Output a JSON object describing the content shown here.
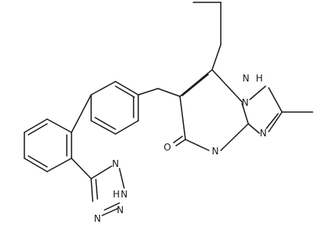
{
  "atom_labels": {
    "nh_triazole": "N",
    "nh_triazole_h": "H",
    "n_bridge": "N",
    "n_pyrimidine": "N",
    "n_triazole": "N",
    "o_carbonyl": "O",
    "n_tetrazole_1": "N",
    "nh_tetrazole": "N",
    "nh_tetrazole_h": "H",
    "n_tetrazole_3": "N",
    "n_tetrazole_4": "N"
  }
}
